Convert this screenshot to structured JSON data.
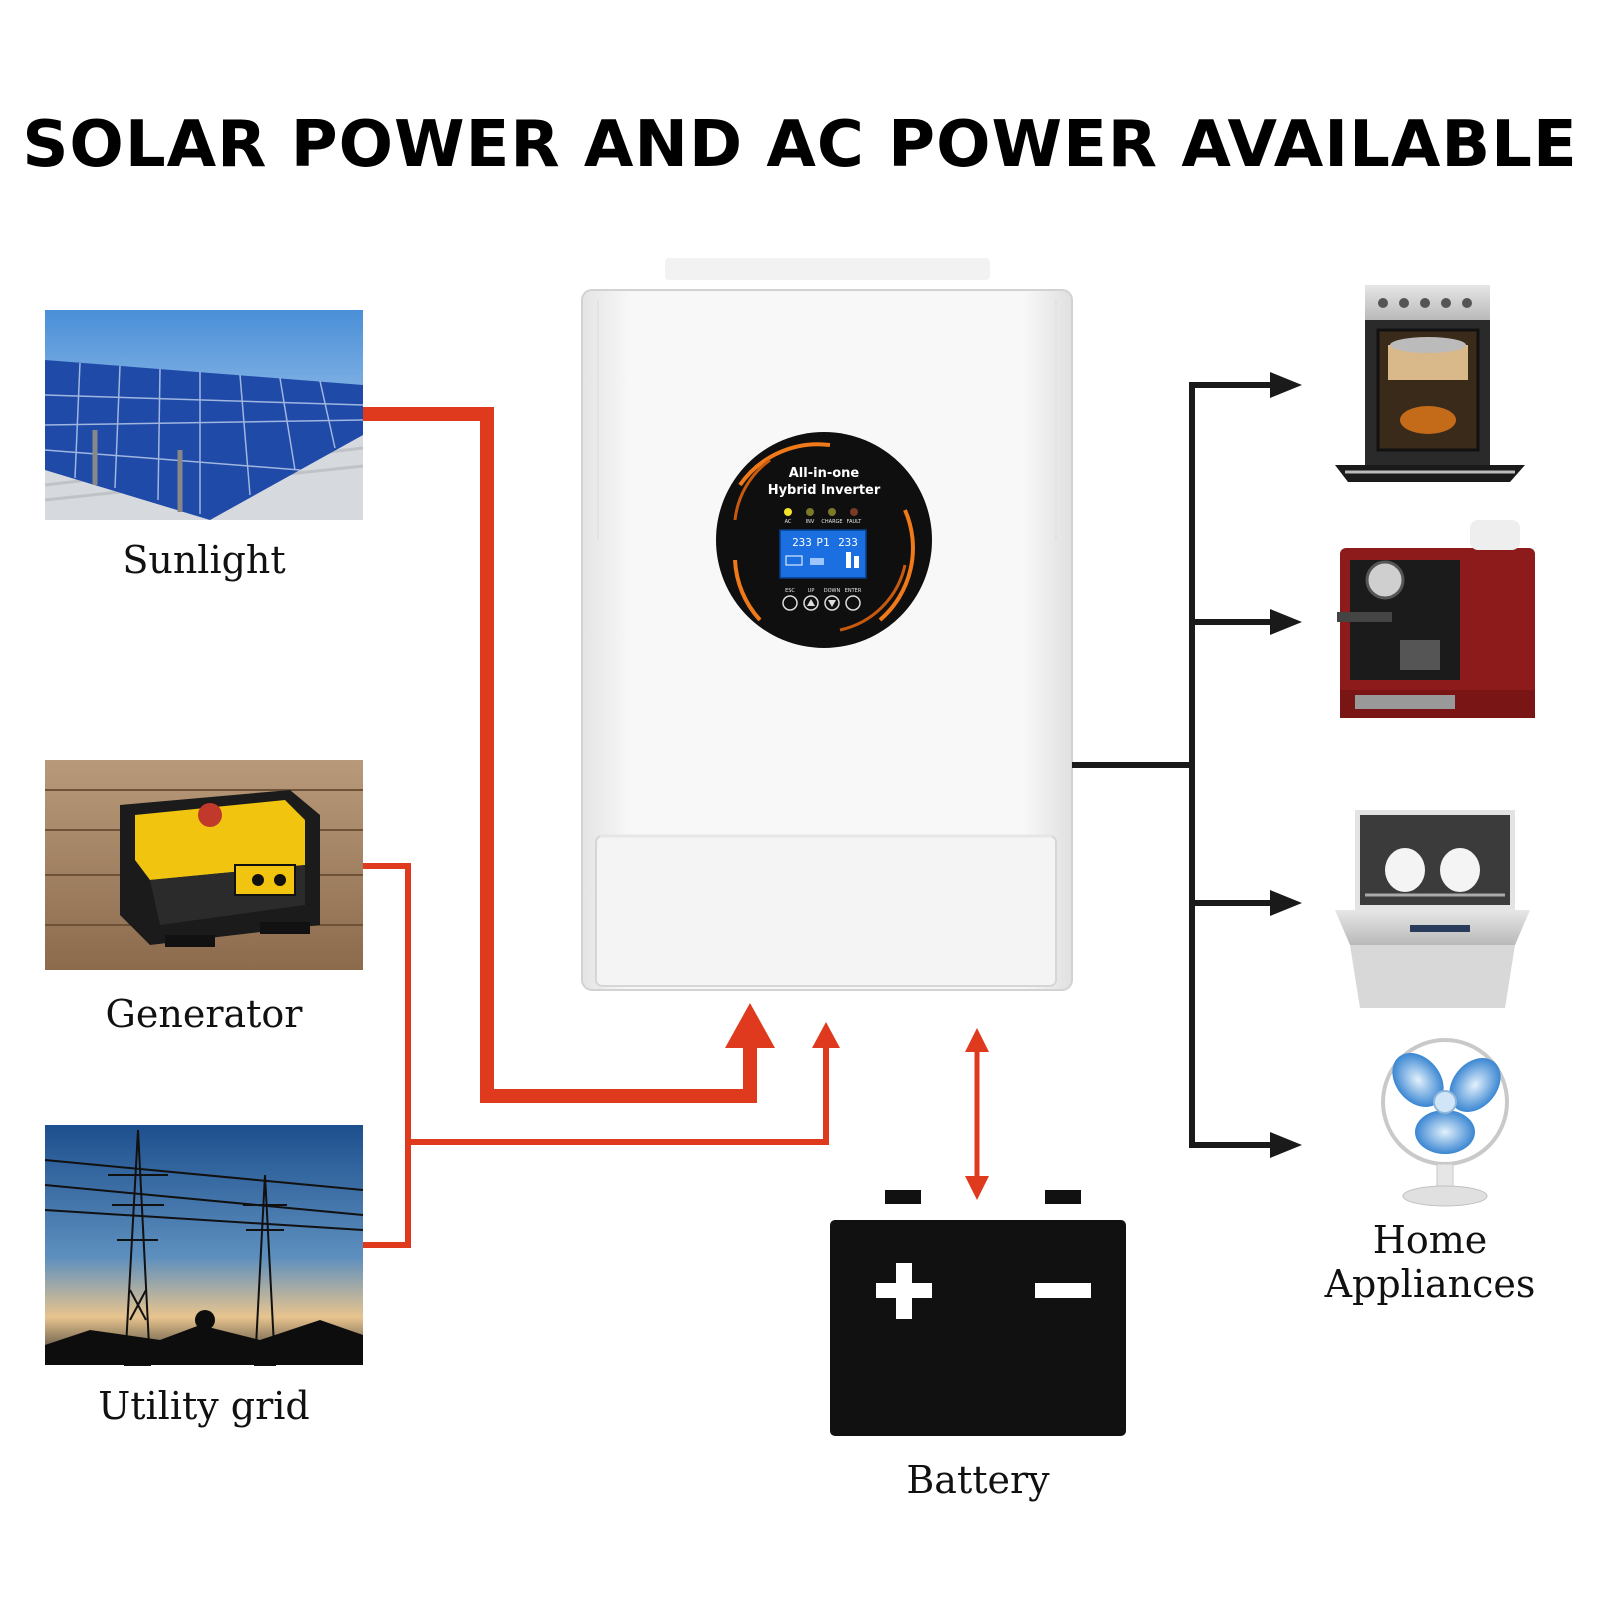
{
  "header": {
    "title": "SOLAR POWER AND AC POWER AVAILABLE"
  },
  "sources": [
    {
      "label": "Sunlight"
    },
    {
      "label": "Generator"
    },
    {
      "label": "Utility grid"
    }
  ],
  "inverter": {
    "panel_line1": "All-in-one",
    "panel_line2": "Hybrid Inverter",
    "indicators": [
      "AC",
      "INV",
      "CHARGE",
      "FAULT"
    ],
    "lcd_left": "233",
    "lcd_mid": "P1",
    "lcd_right": "233",
    "buttons": [
      "ESC",
      "UP",
      "DOWN",
      "ENTER"
    ]
  },
  "battery": {
    "label": "Battery"
  },
  "loads": {
    "label": "Home Appliances"
  },
  "colors": {
    "flow_red": "#e03a1e",
    "line_black": "#1a1a1a"
  }
}
